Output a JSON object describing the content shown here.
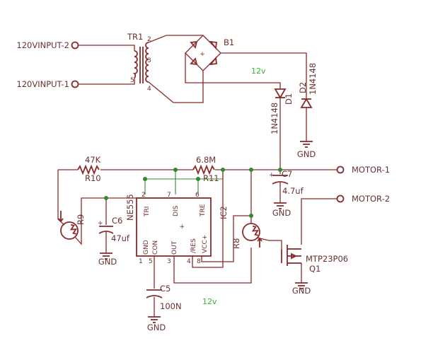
{
  "terminals": {
    "in2": "120VINPUT-2",
    "in1": "120VINPUT-1",
    "motor1": "MOTOR-1",
    "motor2": "MOTOR-2"
  },
  "transformer": {
    "name": "TR1",
    "pins": [
      "2",
      "3",
      "5",
      "4"
    ]
  },
  "bridge": {
    "name": "B1"
  },
  "supply_label": "12v",
  "diodes": [
    {
      "name": "D1",
      "value": "1N4148"
    },
    {
      "name": "D2",
      "value": "1N4148"
    }
  ],
  "resistors": [
    {
      "name": "R10",
      "value": "47K"
    },
    {
      "name": "R11",
      "value": "6.8M"
    }
  ],
  "ldrs": [
    {
      "name": "R9"
    },
    {
      "name": "R8"
    }
  ],
  "capacitors": [
    {
      "name": "C6",
      "value": "47uf"
    },
    {
      "name": "C7",
      "value": "4.7uf"
    },
    {
      "name": "C5",
      "value": "100N"
    }
  ],
  "ic": {
    "name": "IC2",
    "part": "NE555",
    "pin_names": {
      "tri": "TRI",
      "dis": "DIS",
      "tre": "TRE",
      "gnd": "GND",
      "con": "CON",
      "out": "OUT",
      "res": "/RES",
      "vcc": "VCC+"
    },
    "pin_numbers": {
      "p1": "1",
      "p2": "2",
      "p3": "3",
      "p4": "4",
      "p5": "5",
      "p6": "6",
      "p7": "7",
      "p8": "8"
    }
  },
  "mosfet": {
    "name": "Q1",
    "value": "MTP23P06"
  },
  "ground_label": "GND"
}
